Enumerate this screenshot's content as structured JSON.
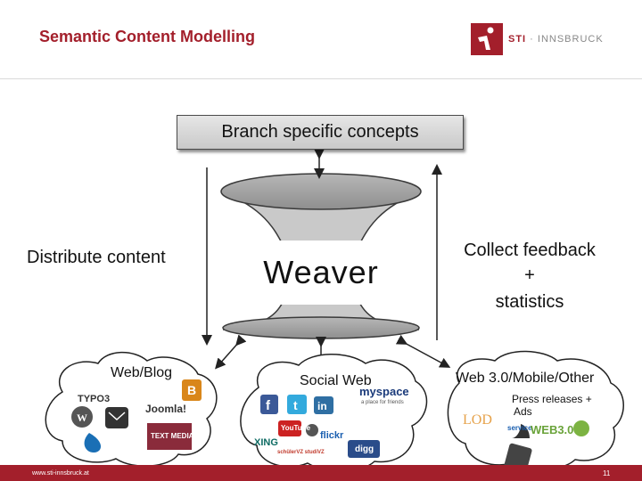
{
  "header": {
    "title": "Semantic Content Modelling"
  },
  "logo": {
    "text_main": "STI",
    "text_sep": " · ",
    "text_rest": "INNSBRUCK"
  },
  "diagram": {
    "top_box": "Branch specific concepts",
    "left_label": "Distribute content",
    "center_label": "Weaver",
    "right_label_1": "Collect feedback",
    "right_label_2": "+",
    "right_label_3": "statistics"
  },
  "clouds": {
    "left": {
      "label": "Web/Blog",
      "logos": [
        "TYPO3",
        "Joomla!",
        "TEXT MEDIA"
      ]
    },
    "middle": {
      "label": "Social Web",
      "logos": [
        "f",
        "t",
        "in",
        "myspace",
        "a place for friends",
        "YouTube",
        "flickr",
        "XING",
        "digg",
        "schülerVZ studiVZ"
      ]
    },
    "right": {
      "label": "Web 3.0/Mobile/Other",
      "line1": "Press releases +",
      "line2": "Ads",
      "logos": [
        "LOD",
        "service",
        "WEB3.0"
      ]
    }
  },
  "footer": {
    "url": "www.sti-innsbruck.at",
    "page": "11"
  },
  "colors": {
    "brand": "#a31f2b"
  }
}
